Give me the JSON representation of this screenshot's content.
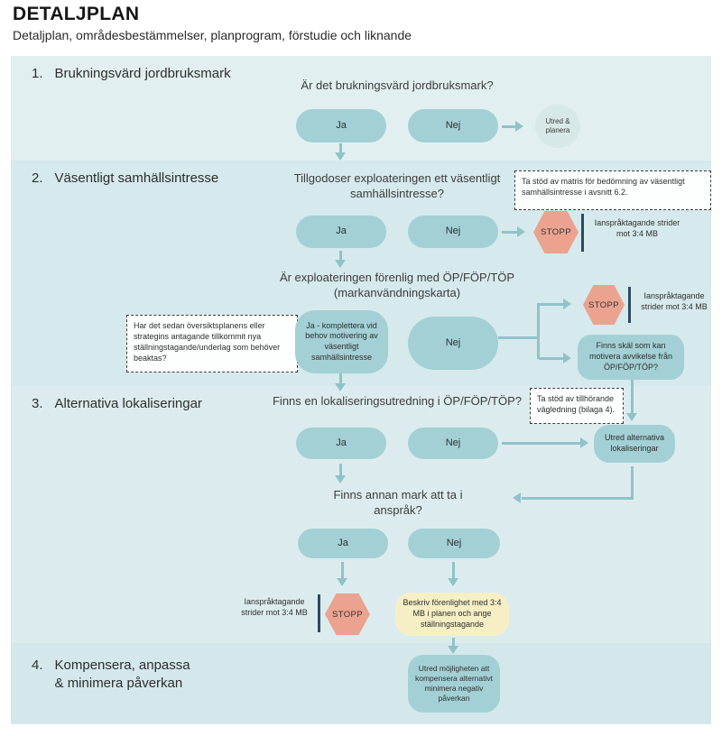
{
  "header": {
    "title": "DETALJPLAN",
    "subtitle": "Detaljplan, områdesbestämmelser, planprogram, förstudie och liknande"
  },
  "flow": {
    "s1": {
      "number": "1.",
      "title": "Brukningsvärd jordbruksmark",
      "question": "Är det brukningsvärd jordbruksmark?",
      "yes": "Ja",
      "no": "Nej",
      "outcome": "Utred & planera"
    },
    "s2": {
      "number": "2.",
      "title": "Väsentligt samhällsintresse",
      "question1": "Tillgodoser exploateringen ett väsentligt samhällsintresse?",
      "hint_matris": "Ta stöd av matris för bedömning av väsentligt samhällsintresse i avsnitt 6.2.",
      "yes": "Ja",
      "no": "Nej",
      "stop_label": "STOPP",
      "stop_note": "Ianspråktagande strider mot 3:4 MB",
      "question2": "Är exploateringen förenlig med ÖP/FÖP/TÖP (markanvändningskarta)",
      "hint_stallningstagande": "Har det sedan översiktsplanens eller strategins antagande tillkommit nya ställningstagande/underlag som behöver beaktas?",
      "yes_komplettera": "Ja - komplettera vid behov motivering av väsentligt samhällsintresse",
      "no2": "Nej",
      "stop2_label": "STOPP",
      "stop2_note": "Ianspråktagande strider mot 3:4 MB",
      "avvikelse_question": "Finns skäl som kan motivera avvikelse från ÖP/FÖP/TÖP?"
    },
    "s3": {
      "number": "3.",
      "title": "Alternativa lokaliseringar",
      "question1": "Finns en lokaliseringsutredning i ÖP/FÖP/TÖP?",
      "hint_vagledning": "Ta stöd av tillhörande vägledning (bilaga 4).",
      "yes": "Ja",
      "no": "Nej",
      "utred_alternativa": "Utred alternativa lokaliseringar",
      "question2": "Finns annan mark att ta i anspråk?",
      "yes2": "Ja",
      "no2": "Nej",
      "stop_label": "STOPP",
      "stop_note": "Ianspråktagande strider mot 3:4 MB",
      "beskriv": "Beskriv förenlighet med 3:4 MB i planen och ange ställningstagande"
    },
    "s4": {
      "number": "4.",
      "title_line1": "Kompensera, anpassa",
      "title_line2": "& minimera påverkan",
      "utred_mojligheten": "Utred möjligheten att kompensera alternativt minimera negativ påverkan"
    }
  },
  "colors": {
    "node": "#a3d0d5",
    "node_light": "#d7e8e8",
    "stop": "#eba28f",
    "navy": "#2d4a63",
    "yellow": "#f6efc5",
    "arrow": "#90c3c9",
    "band1": "#e2eff1",
    "band2": "#d6e9ec",
    "band3": "#dcecee",
    "band4": "#d4e8eb"
  }
}
